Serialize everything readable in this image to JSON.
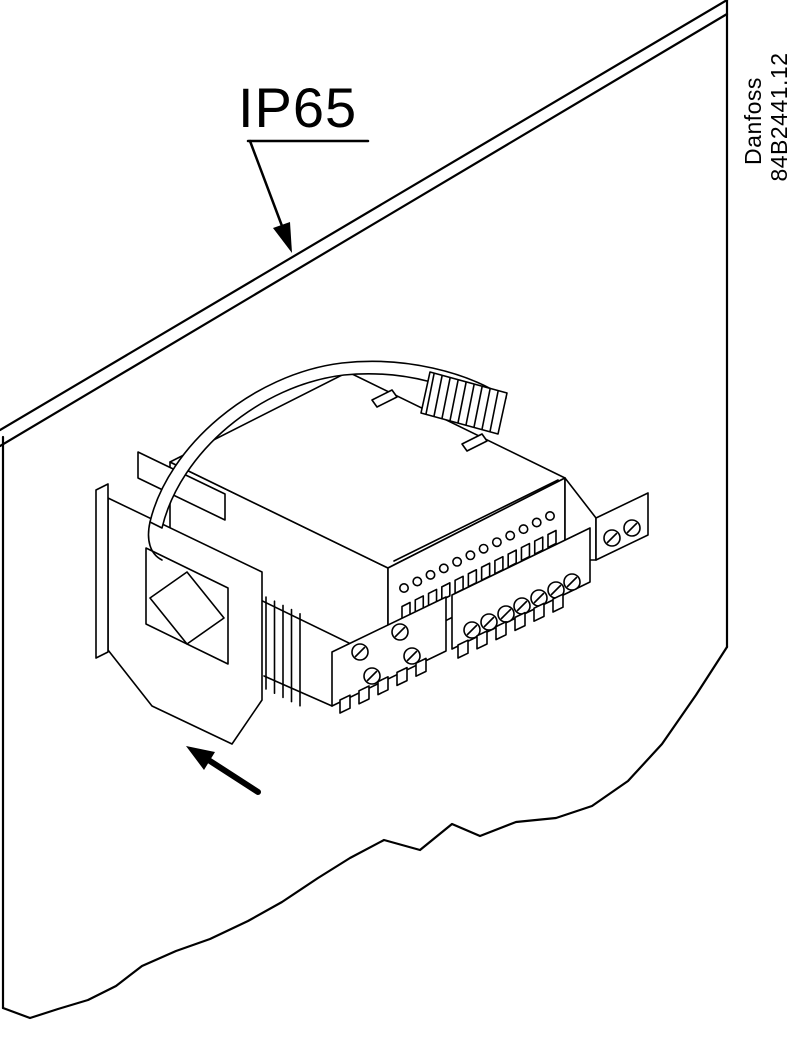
{
  "title_label": {
    "text": "IP65"
  },
  "stamp": {
    "brand": "Danfoss",
    "drawing_number": "84B2441.12"
  },
  "colors": {
    "line": "#000000",
    "background": "#ffffff"
  },
  "device": {
    "vent_hole_count": 12,
    "terminal_slot_count": 12,
    "screw_count_left": 4,
    "screw_count_middle": 7,
    "screw_count_right": 2
  }
}
